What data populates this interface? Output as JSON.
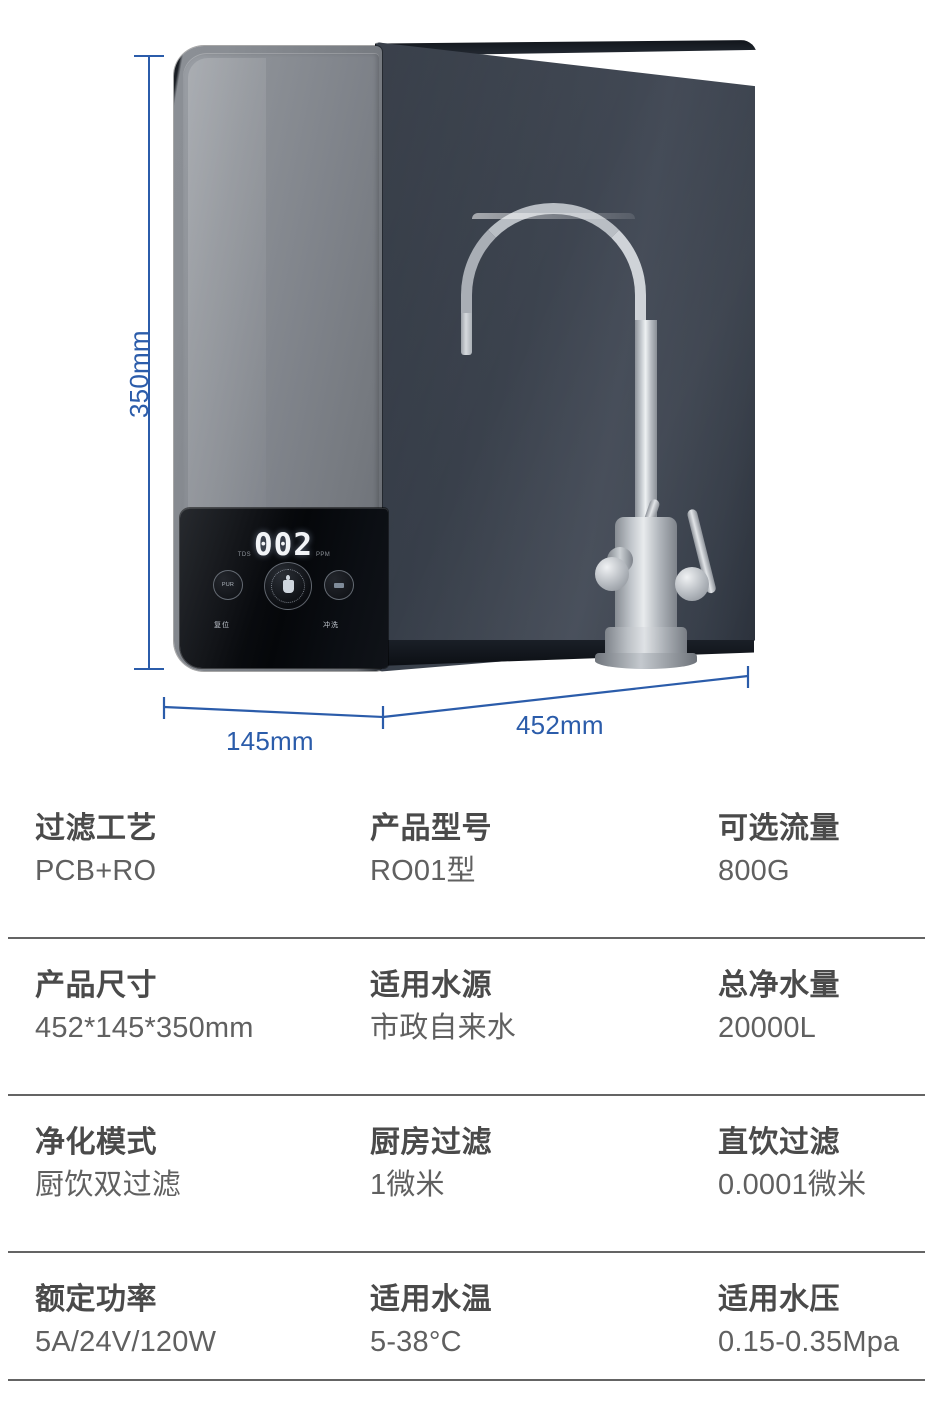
{
  "product_image": {
    "display": {
      "value": "002",
      "left_unit": "TDS",
      "right_unit": "PPM"
    },
    "controls": [
      {
        "icon": "reset-icon",
        "icon_text": "PUR",
        "label": "复位"
      },
      {
        "icon": "flush-icon",
        "icon_text": "",
        "label": "冲洗"
      }
    ],
    "badge_icon": "water-cup-icon"
  },
  "dimensions": {
    "height": "350mm",
    "depth": "145mm",
    "width": "452mm",
    "line_color": "#2b5caa"
  },
  "specs": {
    "rows": [
      {
        "cells": [
          {
            "key": "过滤工艺",
            "value": "PCB+RO"
          },
          {
            "key": "产品型号",
            "value": "RO01型"
          },
          {
            "key": "可选流量",
            "value": "800G"
          }
        ]
      },
      {
        "cells": [
          {
            "key": "产品尺寸",
            "value": "452*145*350mm"
          },
          {
            "key": "适用水源",
            "value": "市政自来水"
          },
          {
            "key": "总净水量",
            "value": "20000L"
          }
        ]
      },
      {
        "cells": [
          {
            "key": "净化模式",
            "value": "厨饮双过滤"
          },
          {
            "key": "厨房过滤",
            "value": "1微米"
          },
          {
            "key": "直饮过滤",
            "value": "0.0001微米"
          }
        ]
      },
      {
        "cells": [
          {
            "key": "额定功率",
            "value": "5A/24V/120W"
          },
          {
            "key": "适用水温",
            "value": "5-38°C"
          },
          {
            "key": "适用水压",
            "value": "0.15-0.35Mpa"
          }
        ]
      }
    ],
    "separator_color": "#646464"
  }
}
